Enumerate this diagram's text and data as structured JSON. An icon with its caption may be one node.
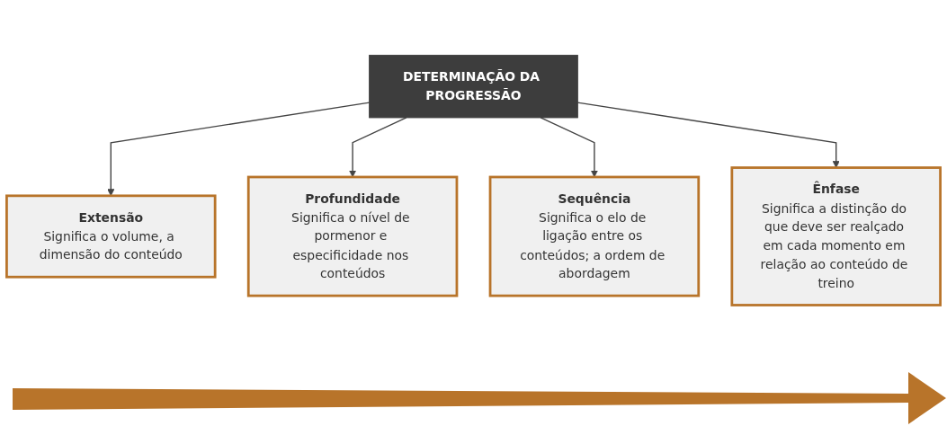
{
  "diagram": {
    "nodes": [
      {
        "text": [
          "DETERMINAÇÃO DA PROGRESSÃO"
        ]
      },
      {
        "text": [
          "Extensão",
          "Significa o volume, a dimensão do conteúdo"
        ]
      },
      {
        "text": [
          "Profundidade",
          "Significa o nível de pormenor e especificidade nos conteúdos"
        ]
      },
      {
        "text": [
          "Sequência",
          "Significa o elo de ligação entre os conteúdos; a ordem de abordagem"
        ]
      },
      {
        "text": [
          "Ênfase",
          "Significa a distinção do que deve ser realçado em cada momento em relação ao conteúdo de treino"
        ]
      }
    ],
    "edges": [
      {
        "from": 0,
        "to": 1,
        "arrow": "to"
      },
      {
        "from": 0,
        "to": 2,
        "arrow": "to"
      },
      {
        "from": 0,
        "to": 3,
        "arrow": "to"
      },
      {
        "from": 0,
        "to": 4,
        "arrow": "to"
      }
    ]
  }
}
